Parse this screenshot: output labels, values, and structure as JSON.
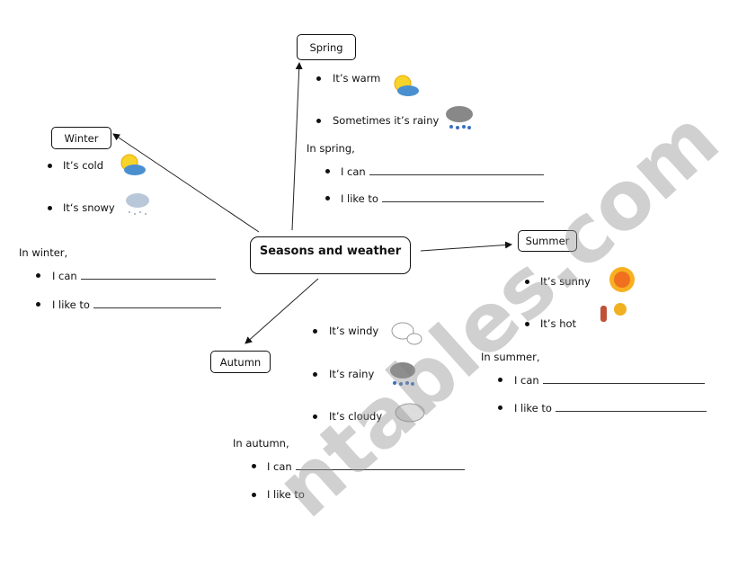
{
  "title": "Seasons and weather",
  "spring": {
    "label": "Spring",
    "items": [
      "It’s warm",
      "Sometimes it’s rainy"
    ],
    "intro": "In spring,",
    "prompts": [
      "I can",
      "I like to"
    ]
  },
  "winter": {
    "label": "Winter",
    "items": [
      "It’s cold",
      "It‘s snowy"
    ],
    "intro": "In winter,",
    "prompts": [
      "I can",
      "I like to"
    ]
  },
  "summer": {
    "label": "Summer",
    "items": [
      "It’s sunny",
      "It’s hot"
    ],
    "intro": "In summer,",
    "prompts": [
      "I can",
      "I like to"
    ]
  },
  "autumn": {
    "label": "Autumn",
    "items": [
      "It’s windy",
      "It’s rainy",
      "It’s cloudy"
    ],
    "intro": "In autumn,",
    "prompts": [
      "I can",
      "I like to"
    ]
  },
  "watermark": "ntables.com",
  "icons": [
    "sun-cloud-icon",
    "rain-cloud-icon",
    "snow-cloud-icon",
    "sun-icon",
    "ice-lolly-sun-icon",
    "wind-cloud-icon",
    "cloud-icon"
  ]
}
